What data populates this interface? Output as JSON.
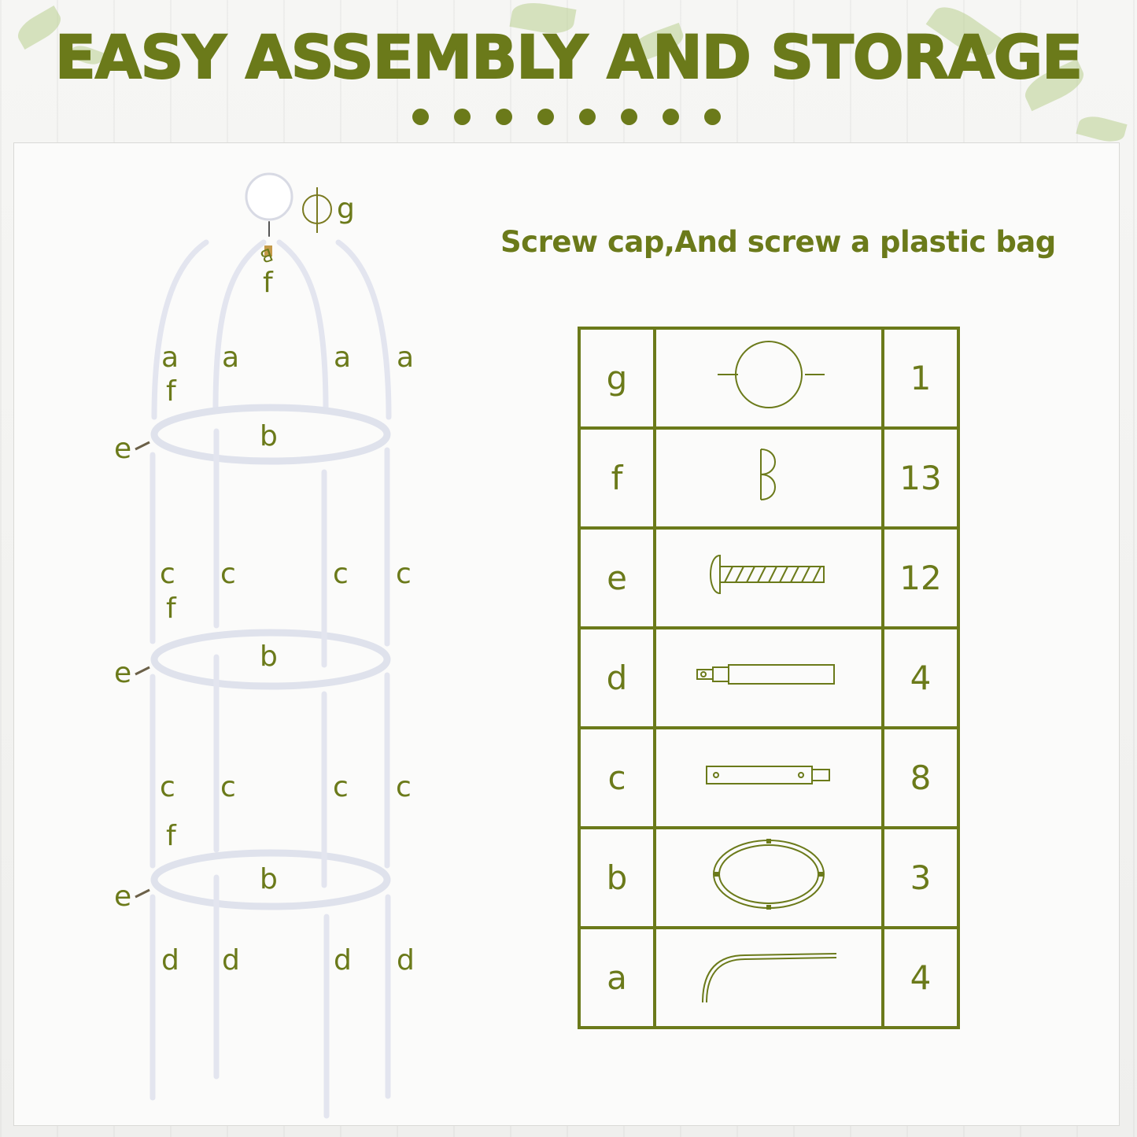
{
  "title": "EASY ASSEMBLY AND STORAGE",
  "subtitle": "Screw cap,And screw a plastic bag",
  "diagram_labels": {
    "g": "g",
    "f": "f",
    "a": "a",
    "b": "b",
    "c": "c",
    "d": "d",
    "e": "e"
  },
  "parts": [
    {
      "letter": "g",
      "icon": "ring-cap-icon",
      "qty": "1"
    },
    {
      "letter": "f",
      "icon": "nut-icon",
      "qty": "13"
    },
    {
      "letter": "e",
      "icon": "screw-icon",
      "qty": "12"
    },
    {
      "letter": "d",
      "icon": "bottom-stake-icon",
      "qty": "4"
    },
    {
      "letter": "c",
      "icon": "middle-pole-icon",
      "qty": "8"
    },
    {
      "letter": "b",
      "icon": "hoop-ring-icon",
      "qty": "3"
    },
    {
      "letter": "a",
      "icon": "top-arch-icon",
      "qty": "4"
    }
  ],
  "colors": {
    "accent": "#6b7a1a",
    "background": "#f4f4f2"
  }
}
